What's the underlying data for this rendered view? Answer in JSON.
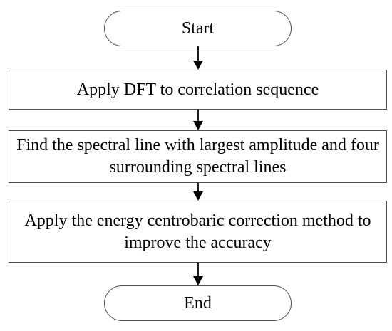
{
  "flowchart": {
    "start": "Start",
    "steps": [
      "Apply DFT to correlation sequence",
      "Find the spectral line with largest amplitude and four surrounding spectral lines",
      "Apply the energy centrobaric correction method to improve the accuracy"
    ],
    "end": "End"
  },
  "colors": {
    "border": "#4d4d4d",
    "arrow": "#000000",
    "background": "#ffffff"
  }
}
